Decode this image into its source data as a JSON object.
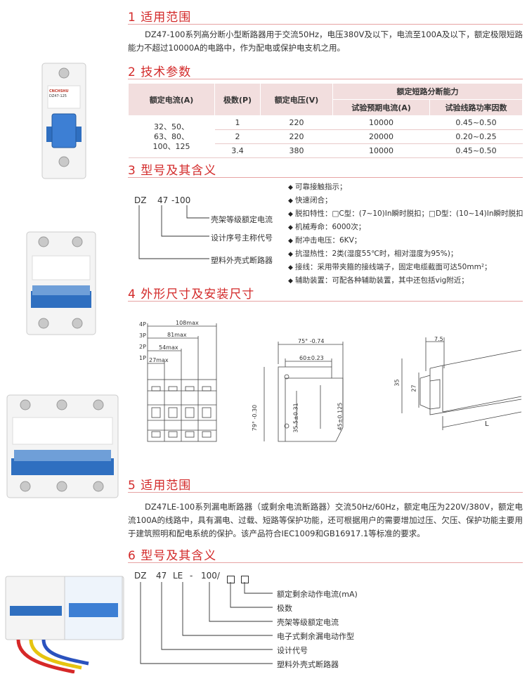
{
  "sections": {
    "s1": {
      "title": "1 适用范围",
      "text": "DZ47-100系列高分断小型断路器用于交流50Hz，电压380V及以下，电流至100A及以下，额定极限短路能力不超过10000A的电路中，作为配电或保护电支机之用。"
    },
    "s2": {
      "title": "2 技术参数"
    },
    "s3": {
      "title": "3 型号及其含义"
    },
    "s4": {
      "title": "4 外形尺寸及安装尺寸"
    },
    "s5": {
      "title": "5 适用范围",
      "text": "DZ47LE-100系列漏电断路器（或剩余电流断路器）交流50Hz/60Hz，额定电压为220V/380V，额定电流100A的线路中，具有漏电、过载、短路等保护功能，还可根据用户的需要增加过压、欠压、保护功能主要用于建筑照明和配电系统的保护。该产品符合IEC1009和GB16917.1等标准的要求。"
    },
    "s6": {
      "title": "6 型号及其含义"
    }
  },
  "table": {
    "h_current": "额定电流(A)",
    "h_poles": "极数(P)",
    "h_voltage": "额定电压(V)",
    "h_breaking": "额定短路分断能力",
    "h_test_current": "试验预期电流(A)",
    "h_power_factor": "试验线路功率因数",
    "current_values": [
      "32、50、",
      "63、80、",
      "100、125"
    ],
    "rows": [
      {
        "poles": "1",
        "voltage": "220",
        "test_current": "10000",
        "pf": "0.45~0.50"
      },
      {
        "poles": "2",
        "voltage": "220",
        "test_current": "20000",
        "pf": "0.20~0.25"
      },
      {
        "poles": "3.4",
        "voltage": "380",
        "test_current": "10000",
        "pf": "0.45~0.50"
      }
    ]
  },
  "model1": {
    "code_a": "DZ",
    "code_b": "47",
    "code_c": "-100",
    "labels": [
      "壳架等级额定电流",
      "设计序号主称代号",
      "塑料外壳式断路器"
    ]
  },
  "features": [
    "可靠接触指示；",
    "快速闭合；",
    "脱扣特性：□C型：(7~10)In瞬时脱扣；□D型：(10~14)In瞬时脱扣",
    "机械寿命：6000次；",
    "耐冲击电压：6KV；",
    "抗湿热性：2类(湿度55℃时，相对湿度为95%)；",
    "接线：采用带夹箍的接线端子，固定电缆截面可达50mm²；",
    "辅助装置：可配各种辅助装置，其中还包括vig附近；"
  ],
  "dims": {
    "front": {
      "p4": "4P",
      "p3": "3P",
      "p2": "2P",
      "p1": "1P",
      "d108": "108max",
      "d81": "81max",
      "d54": "54max",
      "d27": "27max"
    },
    "side": {
      "d75": "75° -0.74",
      "d60": "60±0.23",
      "d79": "79° -0.30",
      "d35": "35.5±0.31",
      "d45": "45±0.125"
    },
    "rail": {
      "d75": "7.5",
      "d35": "35",
      "d27": "27",
      "l": "L"
    }
  },
  "model2": {
    "code_a": "DZ",
    "code_b": "47",
    "code_c": "LE",
    "code_d": "-",
    "code_e": "100/",
    "labels": [
      "额定剩余动作电流(mA)",
      "极数",
      "壳架等级额定电流",
      "电子式剩余漏电动作型",
      "设计代号",
      "塑料外壳式断路器"
    ]
  },
  "brand": "CNCHSHU",
  "model_name": "DZ47-125",
  "colors": {
    "accent": "#d32a2a",
    "table_head": "#f2dede",
    "blue": "#2f6fc0"
  }
}
